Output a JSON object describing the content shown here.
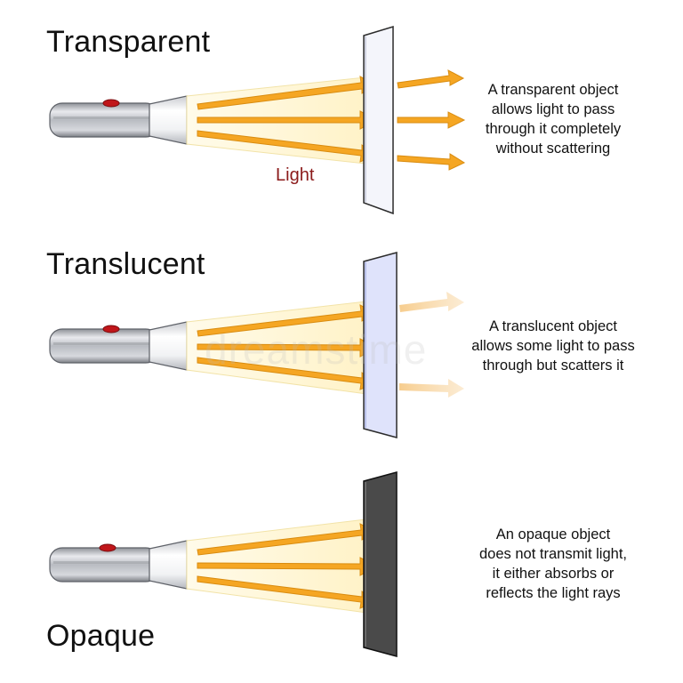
{
  "panels": [
    {
      "title": "Transparent",
      "description": [
        "A transparent object",
        "allows light to pass",
        "through it completely",
        "without scattering"
      ],
      "light_label": "Light",
      "material": "transparent",
      "pane_color": "#f4f5fb",
      "outgoing_rays": "sharp"
    },
    {
      "title": "Translucent",
      "description": [
        "A translucent object",
        "allows some light to pass",
        "through but scatters it"
      ],
      "material": "translucent",
      "pane_color": "#dfe3fb",
      "outgoing_rays": "faded"
    },
    {
      "title": "Opaque",
      "description": [
        "An opaque object",
        "does not transmit light,",
        "it either absorbs or",
        "reflects the light rays"
      ],
      "material": "opaque",
      "pane_color": "#4a4a4a",
      "outgoing_rays": "none"
    }
  ],
  "watermark": "dreamstime",
  "colors": {
    "ray": "#f5a623",
    "ray_outline": "#d98c10",
    "beam": "#fff6d6",
    "flashlight_body": "#b9bcc2",
    "switch": "#c0161a",
    "light_label": "#8b1a1a"
  }
}
